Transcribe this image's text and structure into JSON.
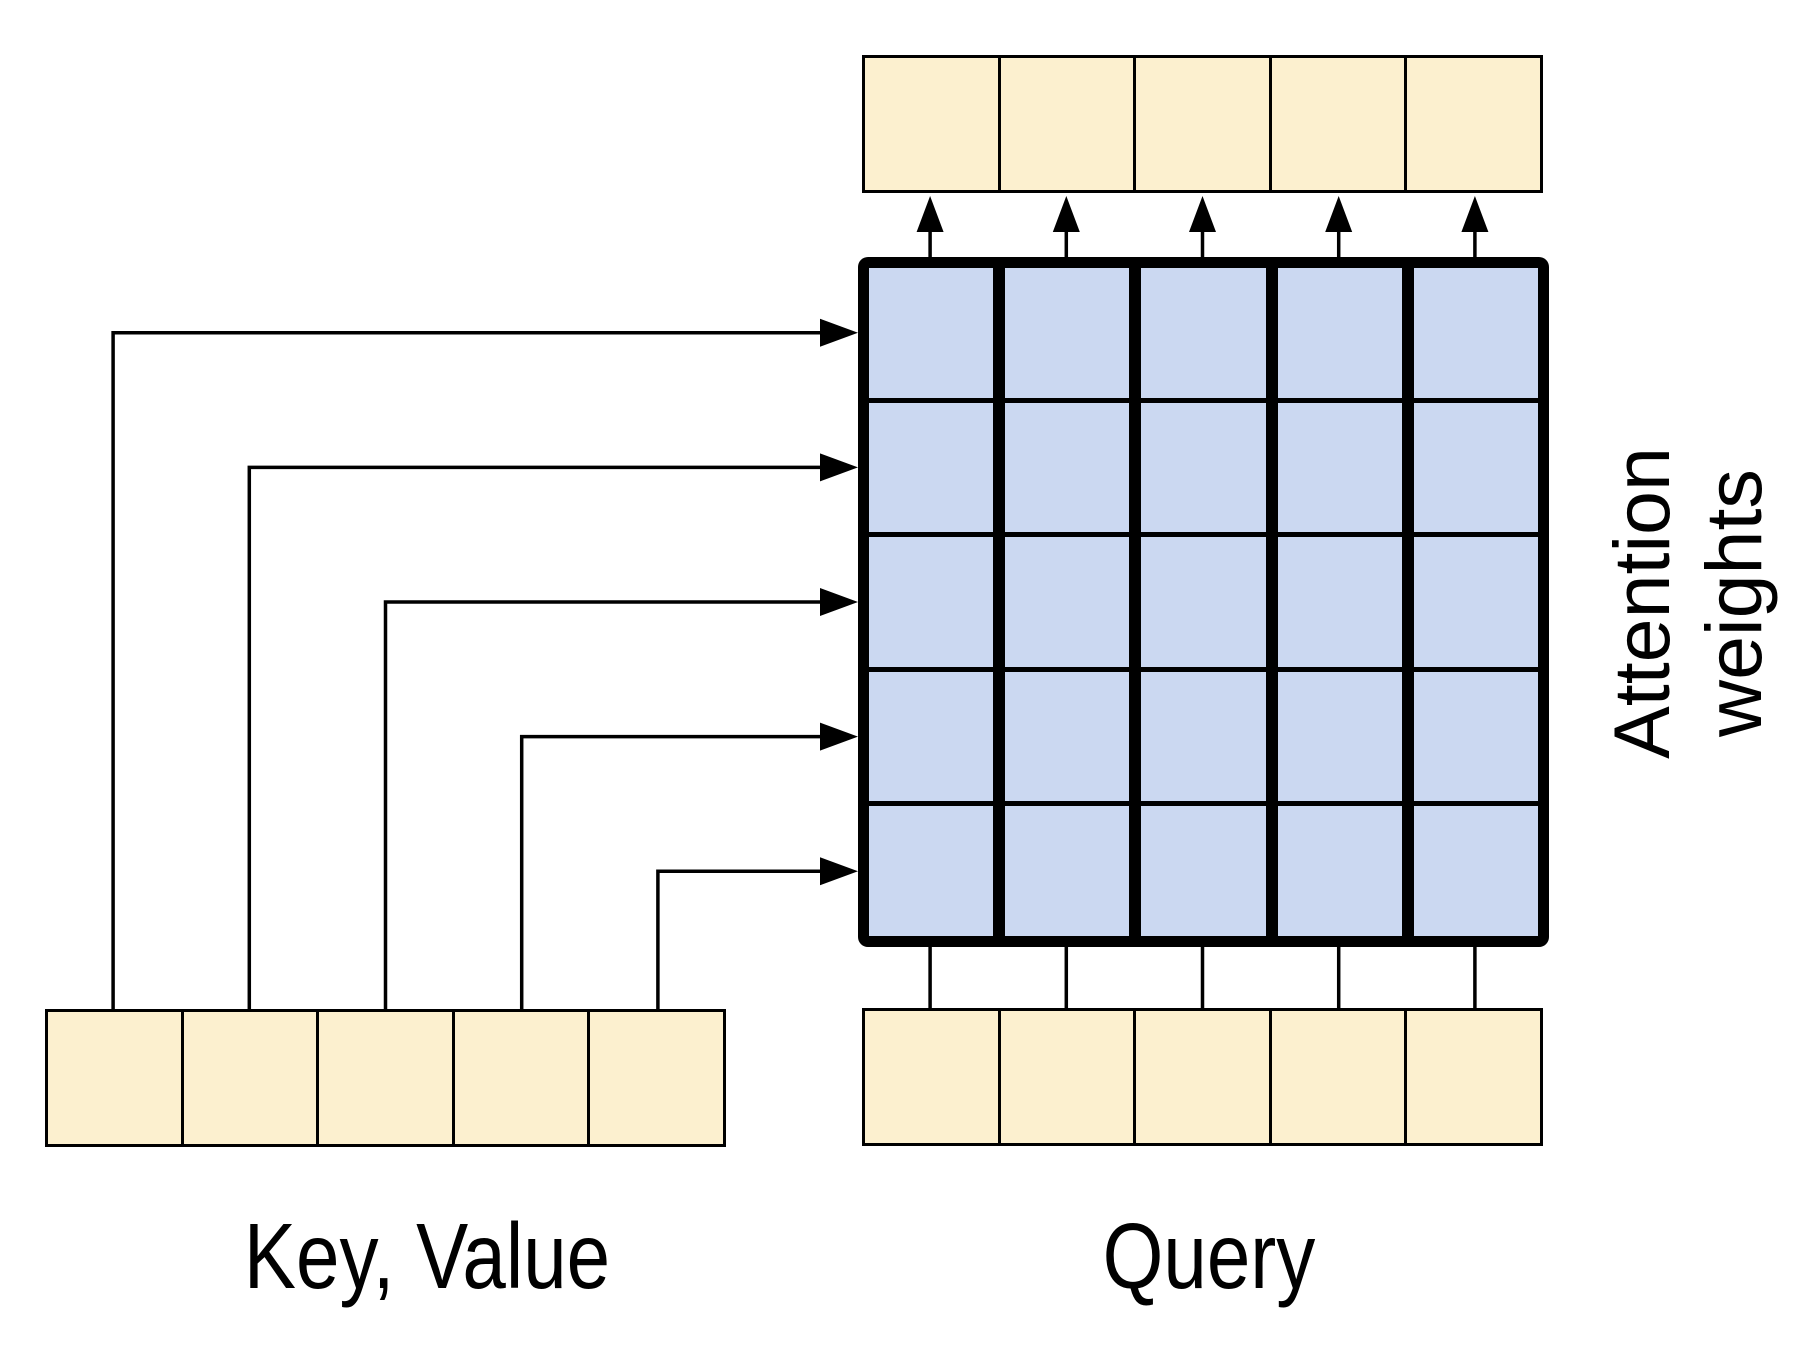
{
  "labels": {
    "key_value": "Key, Value",
    "query": "Query",
    "attention_line1": "Attention",
    "attention_line2": "weights"
  },
  "colors": {
    "background": "#FFFFFF",
    "io_cell_fill": "#FCF0CF",
    "weight_cell_fill": "#CBD8F1",
    "line": "#000000"
  },
  "structure": {
    "output_cells": 5,
    "key_value_cells": 5,
    "query_cells": 5,
    "grid_rows": 5,
    "grid_cols": 5
  }
}
